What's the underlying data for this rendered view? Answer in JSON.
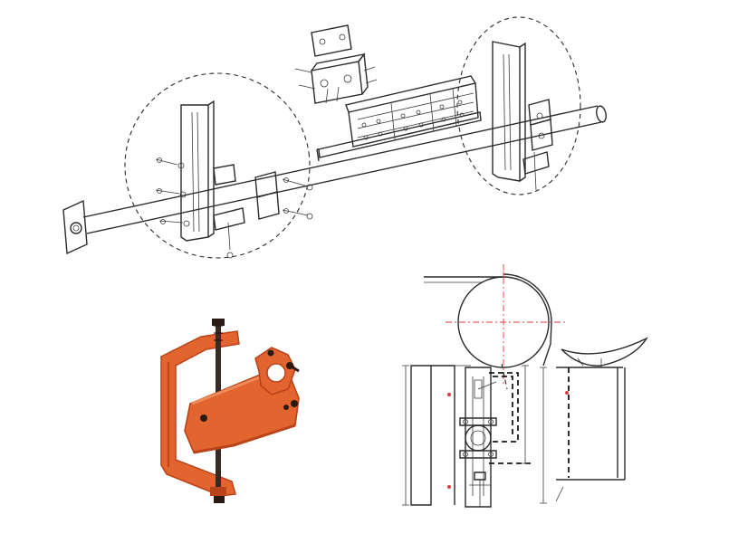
{
  "figure": {
    "panels": [
      {
        "key": "exploded-assembly",
        "kind": "line-drawing"
      },
      {
        "key": "tensioner-photo",
        "kind": "product-photo"
      },
      {
        "key": "installation-drawing",
        "kind": "technical-drawing"
      }
    ]
  },
  "colors": {
    "line": "#2a2a2a",
    "orange": "#e2642e",
    "orange_dark": "#b9441a",
    "centerline_red": "#e23a3a",
    "background": "#ffffff"
  }
}
